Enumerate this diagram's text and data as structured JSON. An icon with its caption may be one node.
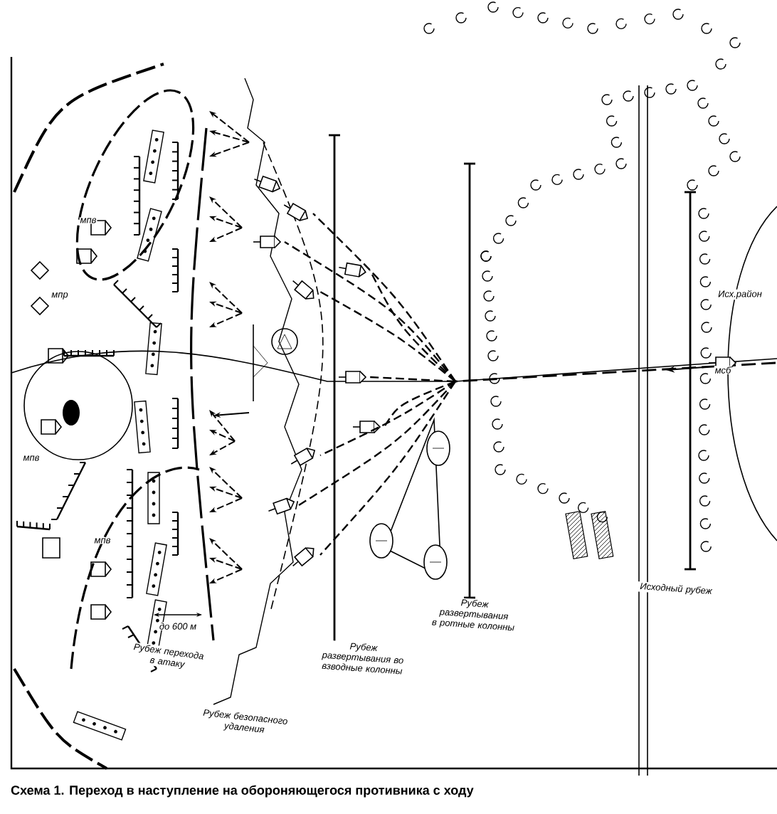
{
  "diagram": {
    "caption": "Схема 1. Переход в наступление на обороняющегося противника с ходу",
    "labels": [
      "мпв",
      "мпр",
      "мпв",
      "мпв",
      "Исх.район",
      "мсб",
      "до 600 м",
      "Рубеж перехода в атаку",
      "Рубеж безопасного удаления",
      "Рубеж развертывания во взводные колонны",
      "Рубеж развертывания в ротные колонны",
      "Исходный рубеж"
    ]
  }
}
